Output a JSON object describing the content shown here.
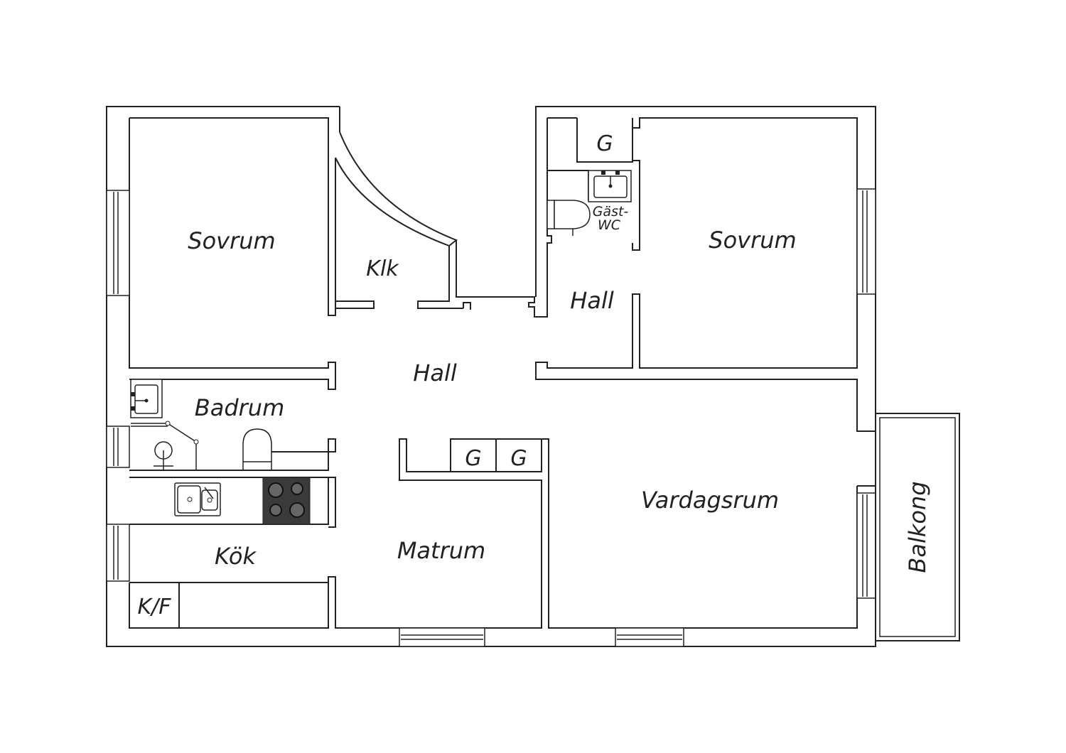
{
  "rooms": {
    "sovrum_left": "Sovrum",
    "klk": "Klk",
    "hall_center": "Hall",
    "badrum": "Badrum",
    "kok": "Kök",
    "kf": "K/F",
    "matrum": "Matrum",
    "closet_g_1": "G",
    "closet_g_2": "G",
    "closet_g_top": "G",
    "gast_wc_1": "Gäst-",
    "gast_wc_2": "WC",
    "hall_right": "Hall",
    "sovrum_right": "Sovrum",
    "vardagsrum": "Vardagsrum",
    "balkong": "Balkong"
  },
  "colors": {
    "line": "#222222",
    "stove": "#3a3a3a",
    "burner": "#666666"
  },
  "icons": {
    "sink": "sink-icon",
    "toilet": "toilet-icon",
    "shower": "shower-icon",
    "stove": "stove-icon",
    "kitchen_sink": "kitchen-sink-icon"
  }
}
